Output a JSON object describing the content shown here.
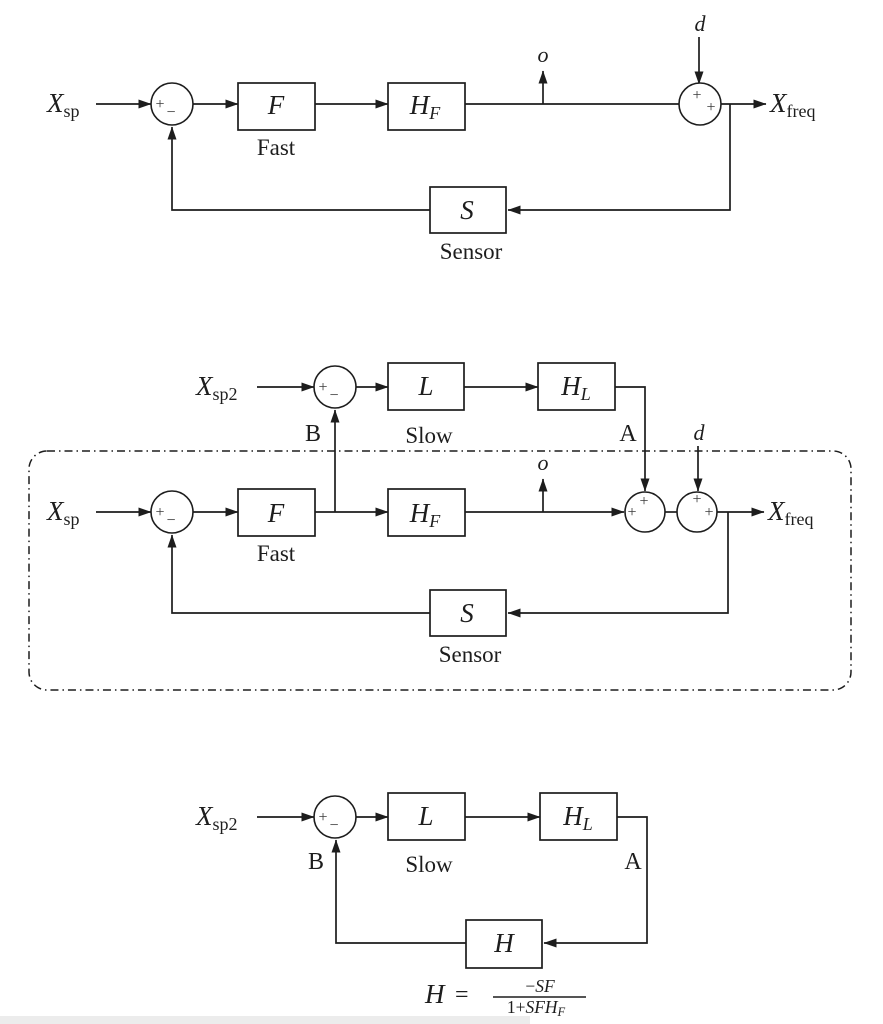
{
  "colors": {
    "background": "#ffffff",
    "ink": "#1d1d1d",
    "footer_strip": "#ececec"
  },
  "d1": {
    "input": {
      "base": "X",
      "sub": "sp"
    },
    "sum_in": {
      "plus": "+",
      "minus": "−"
    },
    "controller": {
      "label": "F",
      "caption": "Fast"
    },
    "plant": {
      "base": "H",
      "sub": "F"
    },
    "tap": "o",
    "disturbance": "d",
    "sum_out": {
      "plus_top": "+",
      "plus_right": "+"
    },
    "output": {
      "base": "X",
      "sub": "freq"
    },
    "sensor": {
      "label": "S",
      "caption": "Sensor"
    }
  },
  "d2": {
    "outer": {
      "input": {
        "base": "X",
        "sub": "sp2"
      },
      "sum": {
        "plus": "+",
        "minus": "−"
      },
      "controller": {
        "label": "L",
        "caption": "Slow"
      },
      "plant": {
        "base": "H",
        "sub": "L"
      },
      "node_a": "A",
      "node_b": "B",
      "disturbance": "d"
    },
    "inner": {
      "input": {
        "base": "X",
        "sub": "sp"
      },
      "sum_in": {
        "plus": "+",
        "minus": "−"
      },
      "controller": {
        "label": "F",
        "caption": "Fast"
      },
      "plant": {
        "base": "H",
        "sub": "F"
      },
      "tap": "o",
      "sum_a": {
        "plus_top": "+",
        "plus_left": "+"
      },
      "sum_d": {
        "plus_top": "+",
        "plus_right": "+"
      },
      "output": {
        "base": "X",
        "sub": "freq"
      },
      "sensor": {
        "label": "S",
        "caption": "Sensor"
      }
    }
  },
  "d3": {
    "input": {
      "base": "X",
      "sub": "sp2"
    },
    "sum": {
      "plus": "+",
      "minus": "−"
    },
    "controller": {
      "label": "L",
      "caption": "Slow"
    },
    "plant": {
      "base": "H",
      "sub": "L"
    },
    "node_a": "A",
    "node_b": "B",
    "feedback_block": "H",
    "formula": {
      "lhs": "H",
      "eq": "=",
      "num_sign": "−",
      "num_body": "SF",
      "den_prefix": "1+",
      "den_body": "SFH",
      "den_sub": "F"
    }
  }
}
